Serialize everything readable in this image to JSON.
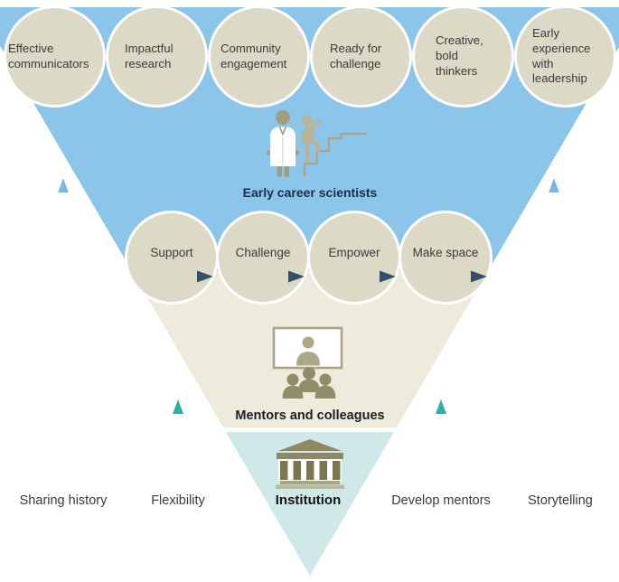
{
  "colors": {
    "blue_triangle": "#8cc5ea",
    "beige_triangle": "#eeebdd",
    "cyan_triangle": "#cfe8e8",
    "circle_fill": "#dcd9c6",
    "navy_arrow": "#32506e",
    "teal_arrow": "#2db5ac",
    "light_blue_arrow": "#7fb5e2",
    "icon_olive": "#a29d7d"
  },
  "qualities": [
    "Effective communicators",
    "Impactful research",
    "Community engagement",
    "Ready for challenge",
    "Creative, bold thinkers",
    "Early experience with leadership"
  ],
  "groups": {
    "scientists": "Early career scientists",
    "mentors": "Mentors and colleagues",
    "institution": "Institution"
  },
  "actions": [
    "Support",
    "Challenge",
    "Empower",
    "Make space"
  ],
  "enablers": [
    "Sharing history",
    "Flexibility",
    "Develop mentors",
    "Storytelling"
  ],
  "icons": {
    "scientists": "scientist-climbing-stairs-icon",
    "mentors": "presenter-with-audience-icon",
    "institution": "institution-building-icon"
  }
}
